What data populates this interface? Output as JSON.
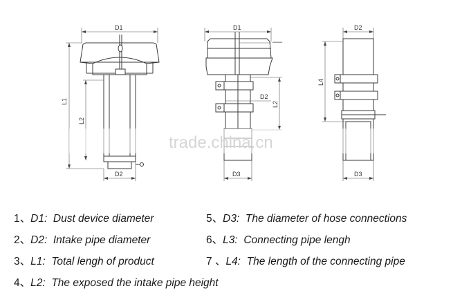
{
  "diagram": {
    "dimension_labels": {
      "left_d1": "D1",
      "left_l1": "L1",
      "left_l2": "L2",
      "left_d2": "D2",
      "mid_d1": "D1",
      "mid_d2": "D2",
      "mid_l2": "L2",
      "mid_d3": "D3",
      "right_d2": "D2",
      "right_l4": "L4",
      "right_d3": "D3"
    },
    "watermark": "trade.china.cn"
  },
  "legend": [
    {
      "num": "1、",
      "code": "D1:",
      "text": "Dust device diameter"
    },
    {
      "num": "2、",
      "code": "D2:",
      "text": "Intake pipe diameter"
    },
    {
      "num": "3、",
      "code": "L1:",
      "text": "Total lengh of product"
    },
    {
      "num": "4、",
      "code": "L2:",
      "text": "The exposed  the intake pipe height"
    },
    {
      "num": "5、",
      "code": "D3:",
      "text": "The diameter of hose connections"
    },
    {
      "num": "6、",
      "code": "L3:",
      "text": "Connecting pipe lengh"
    },
    {
      "num": "7 、",
      "code": "L4:",
      "text": "The length of the connecting pipe"
    }
  ]
}
